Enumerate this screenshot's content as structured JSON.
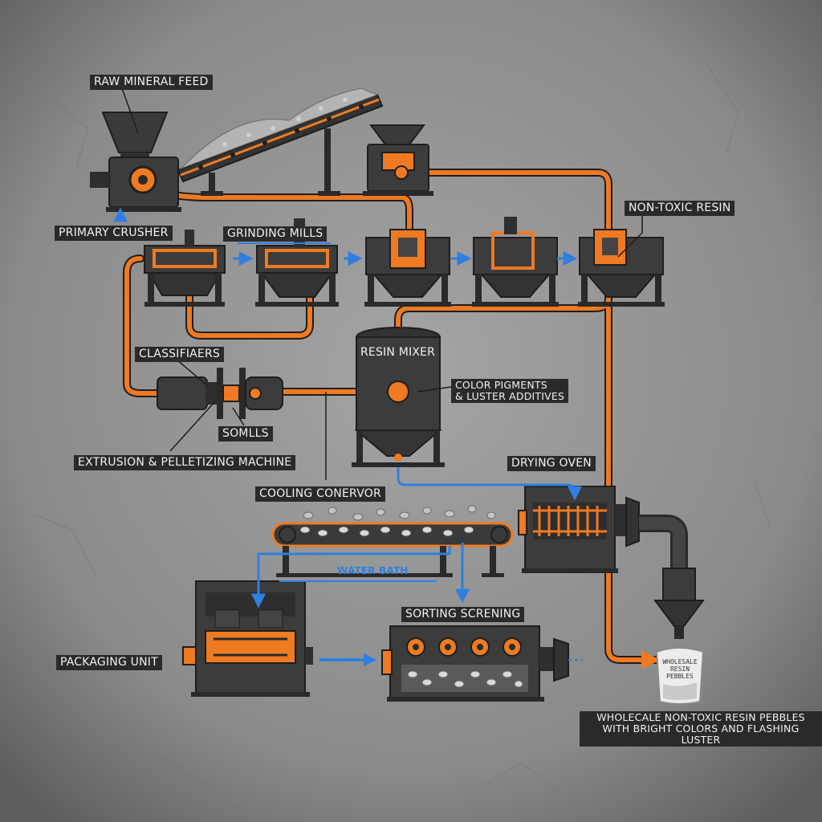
{
  "labels": {
    "raw_feed": "RAW MINERAL FEED",
    "primary_crusher": "PRIMARY CRUSHER",
    "grinding_mills": "GRINDING MILLS",
    "non_toxic_resin": "NON-TOXIC RESIN",
    "classifiers": "CLASSIFIAERS",
    "resin_mixer": "RESIN MIXER",
    "pigments_line1": "COLOR PIGMENTS",
    "pigments_line2": "& LUSTER ADDITIVES",
    "somlls": "SOMLLS",
    "extrusion": "EXTRUSION & PELLETIZING MACHINE",
    "drying_oven": "DRYING OVEN",
    "cooling_conveyor": "COOLING CONERVOR",
    "water_bath": "WATER BATH",
    "sorting_screening": "SORTING SCRENING",
    "packaging_unit": "PACKAGING UNIT",
    "output_line1": "WHOLECALE NON-TOXIC RESIN PEBBLES",
    "output_line2": "WITH BRIGHT COLORS AND FLASHING LUSTER",
    "bag_line1": "WHOLESALE",
    "bag_line2": "RESIN",
    "bag_line3": "PEBBLES"
  },
  "colors": {
    "background": "#8e8e8e",
    "machine": "#3a3a3a",
    "machine_dark": "#262626",
    "pipe_orange": "#ef7a22",
    "flow_blue": "#2f7fe0",
    "label_bg": "#2a2a2a",
    "label_text": "#f2f2f2"
  }
}
